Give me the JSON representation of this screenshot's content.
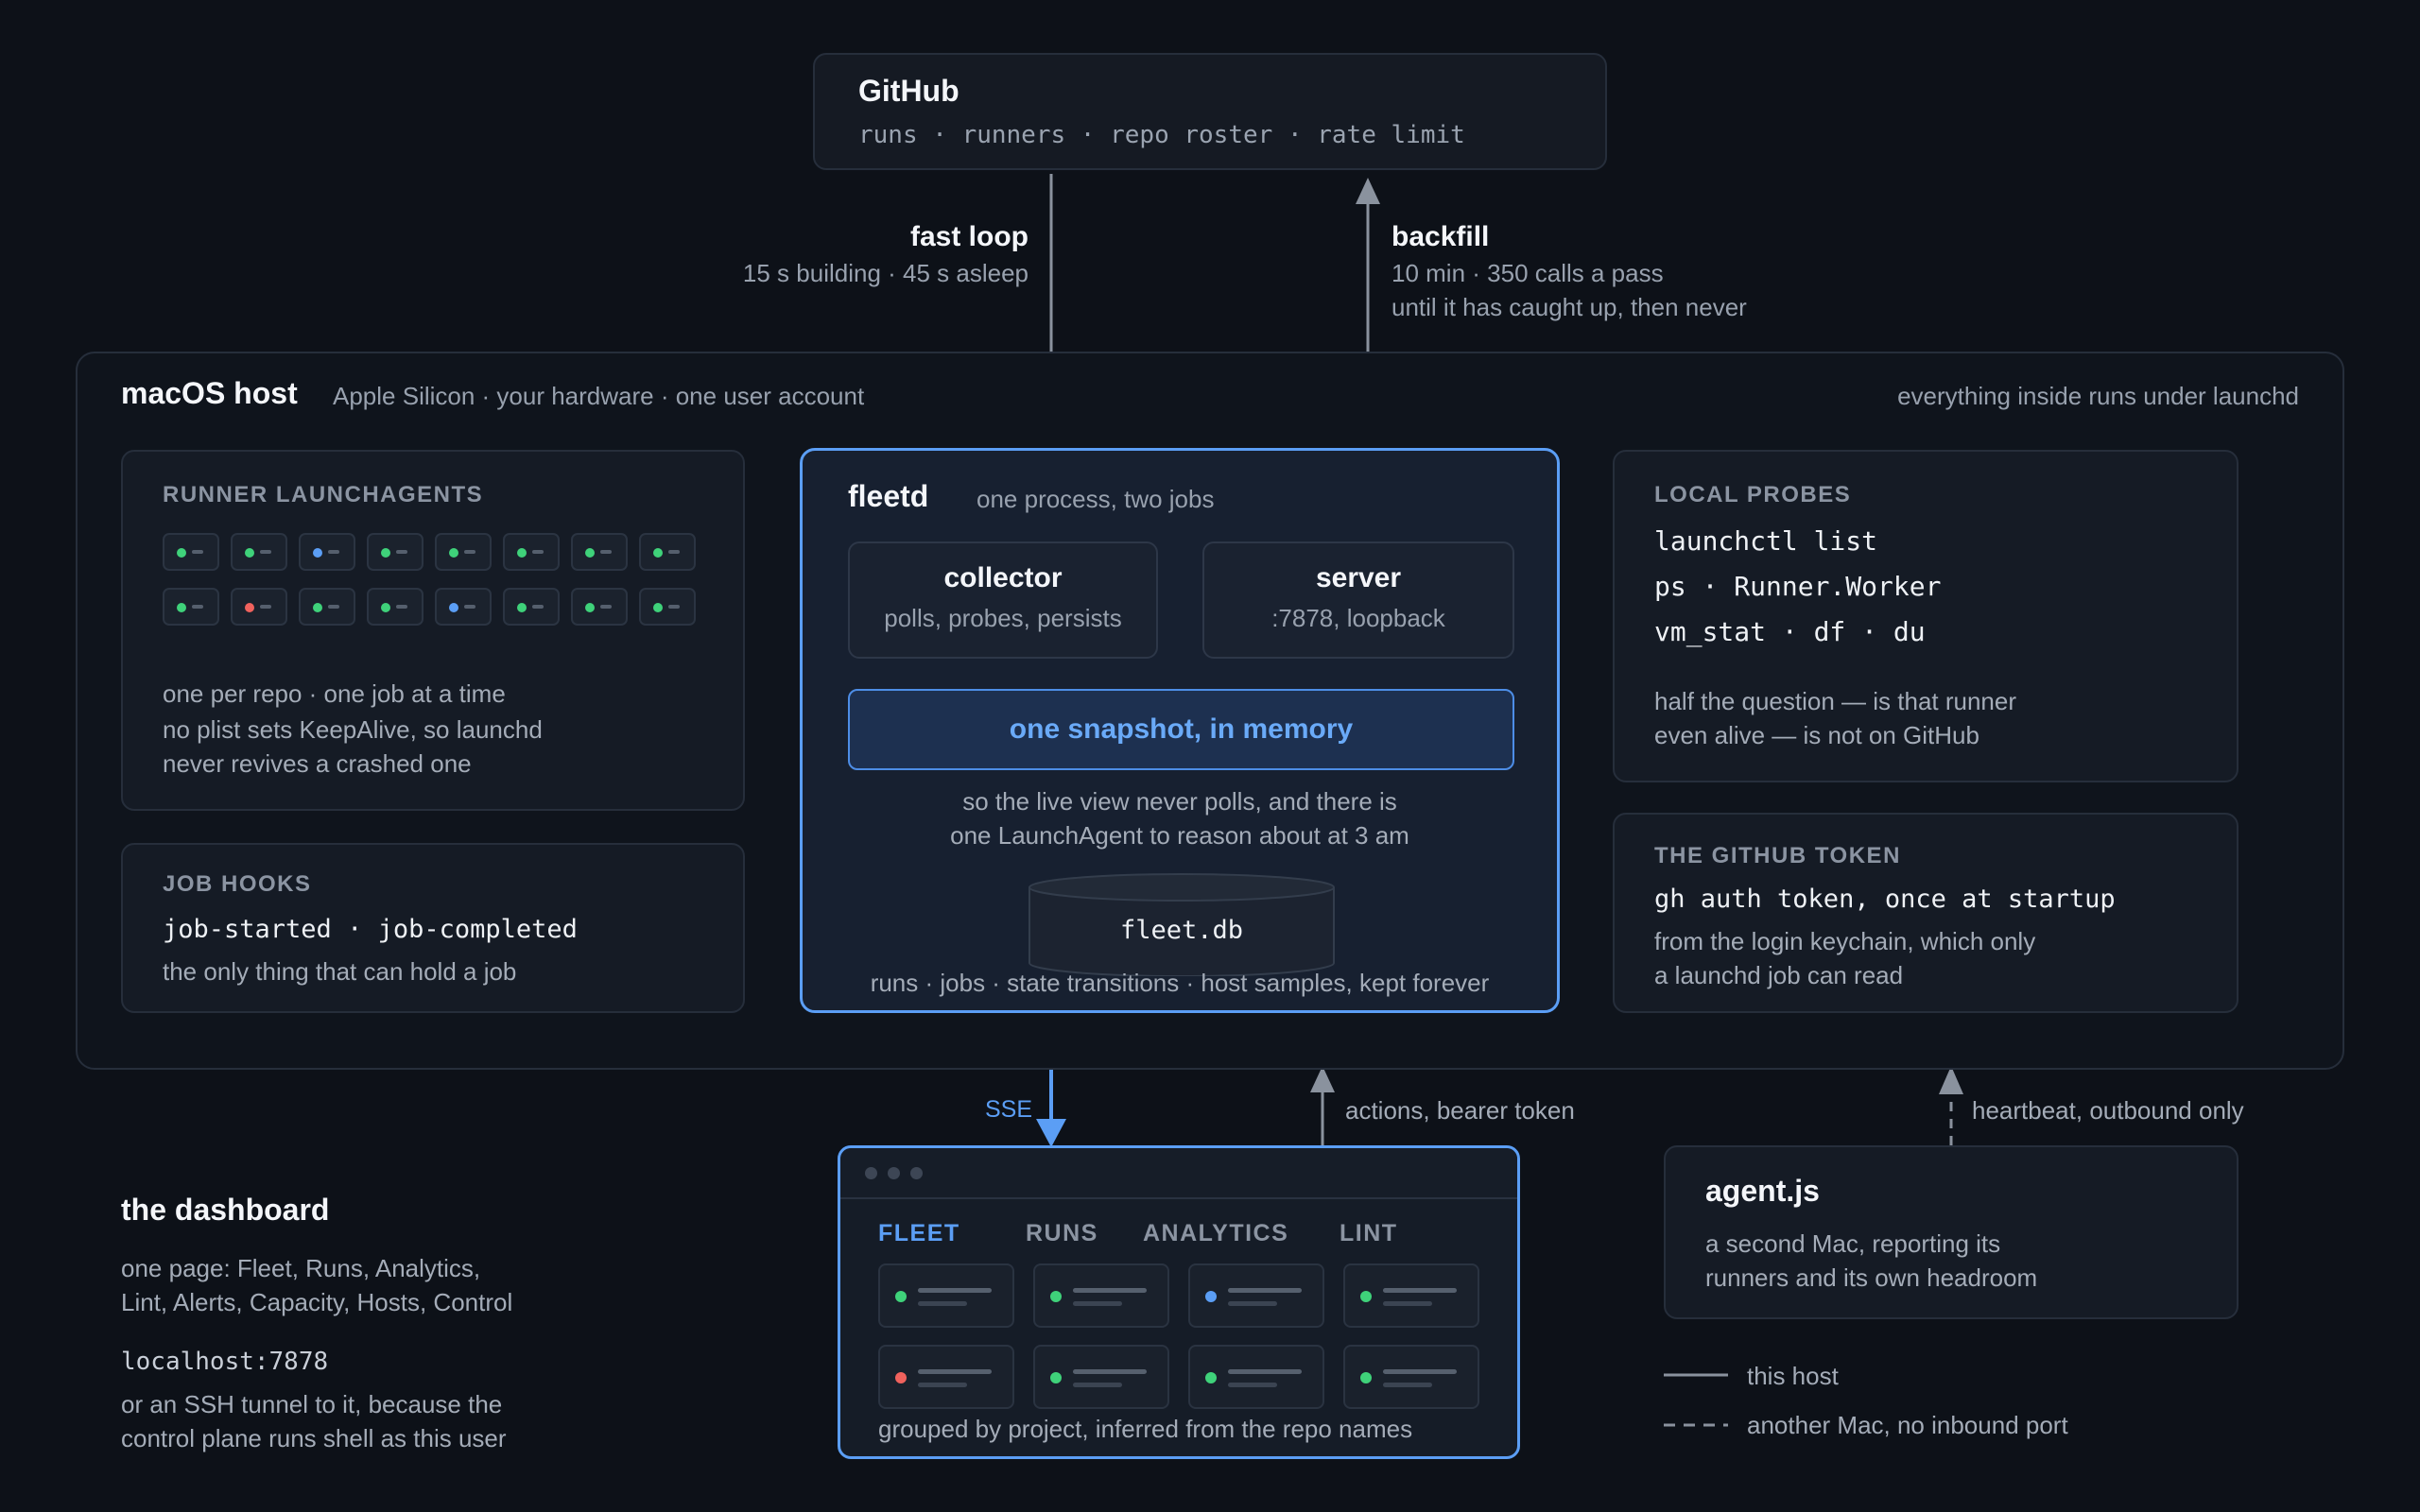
{
  "colors": {
    "background": "#0d1118",
    "panel": "#151b25",
    "border": "#262e3b",
    "accent_blue": "#5b9ef5",
    "status_green": "#3fd27a",
    "status_red": "#f0625d",
    "status_blue": "#5b9ef5",
    "wire_gray": "#8a929e"
  },
  "github": {
    "title": "GitHub",
    "subtitle": "runs · runners · repo roster · rate limit"
  },
  "fast_loop": {
    "title": "fast loop",
    "detail": "15 s building · 45 s asleep"
  },
  "backfill": {
    "title": "backfill",
    "line1": "10 min · 350 calls a pass",
    "line2": "until it has caught up, then never"
  },
  "host": {
    "title": "macOS host",
    "subtitle": "Apple Silicon · your hardware · one user account",
    "note": "everything inside runs under launchd"
  },
  "runner_launchagents": {
    "heading": "RUNNER LAUNCHAGENTS",
    "statuses": [
      "green",
      "green",
      "blue",
      "green",
      "green",
      "green",
      "green",
      "green",
      "green",
      "red",
      "green",
      "green",
      "blue",
      "green",
      "green",
      "green"
    ],
    "line1": "one per repo · one job at a time",
    "line2": "no plist sets KeepAlive, so launchd",
    "line3": "never revives a crashed one"
  },
  "job_hooks": {
    "heading": "JOB HOOKS",
    "code": "job-started · job-completed",
    "desc": "the only thing that can hold a job"
  },
  "fleetd": {
    "title": "fleetd",
    "subtitle": "one process, two jobs",
    "collector_title": "collector",
    "collector_desc": "polls, probes, persists",
    "server_title": "server",
    "server_desc": ":7878, loopback",
    "snapshot": "one snapshot, in memory",
    "note1": "so the live view never polls, and there is",
    "note2": "one LaunchAgent to reason about at 3 am",
    "db": "fleet.db",
    "db_desc": "runs · jobs · state transitions · host samples, kept forever"
  },
  "local_probes": {
    "heading": "LOCAL PROBES",
    "code1": "launchctl list",
    "code2": "ps · Runner.Worker",
    "code3": "vm_stat · df · du",
    "line1": "half the question — is that runner",
    "line2": "even alive — is not on GitHub"
  },
  "github_token": {
    "heading": "THE GITHUB TOKEN",
    "code": "gh auth token, once at startup",
    "line1": "from the login keychain, which only",
    "line2": "a launchd job can read"
  },
  "sse_label": "SSE",
  "actions_label": "actions, bearer token",
  "heartbeat_label": "heartbeat, outbound only",
  "dashboard_window": {
    "tabs": [
      "FLEET",
      "RUNS",
      "ANALYTICS",
      "LINT"
    ],
    "cards": [
      "green",
      "green",
      "blue",
      "green",
      "red",
      "green",
      "green",
      "green"
    ],
    "caption": "grouped by project, inferred from the repo names"
  },
  "dashboard_text": {
    "title": "the dashboard",
    "line1": "one page: Fleet, Runs, Analytics,",
    "line2": "Lint, Alerts, Capacity, Hosts, Control",
    "code": "localhost:7878",
    "line3": "or an SSH tunnel to it, because the",
    "line4": "control plane runs shell as this user"
  },
  "agent": {
    "title": "agent.js",
    "line1": "a second Mac, reporting its",
    "line2": "runners and its own headroom"
  },
  "legend": {
    "solid": "this host",
    "dashed": "another Mac, no inbound port"
  }
}
